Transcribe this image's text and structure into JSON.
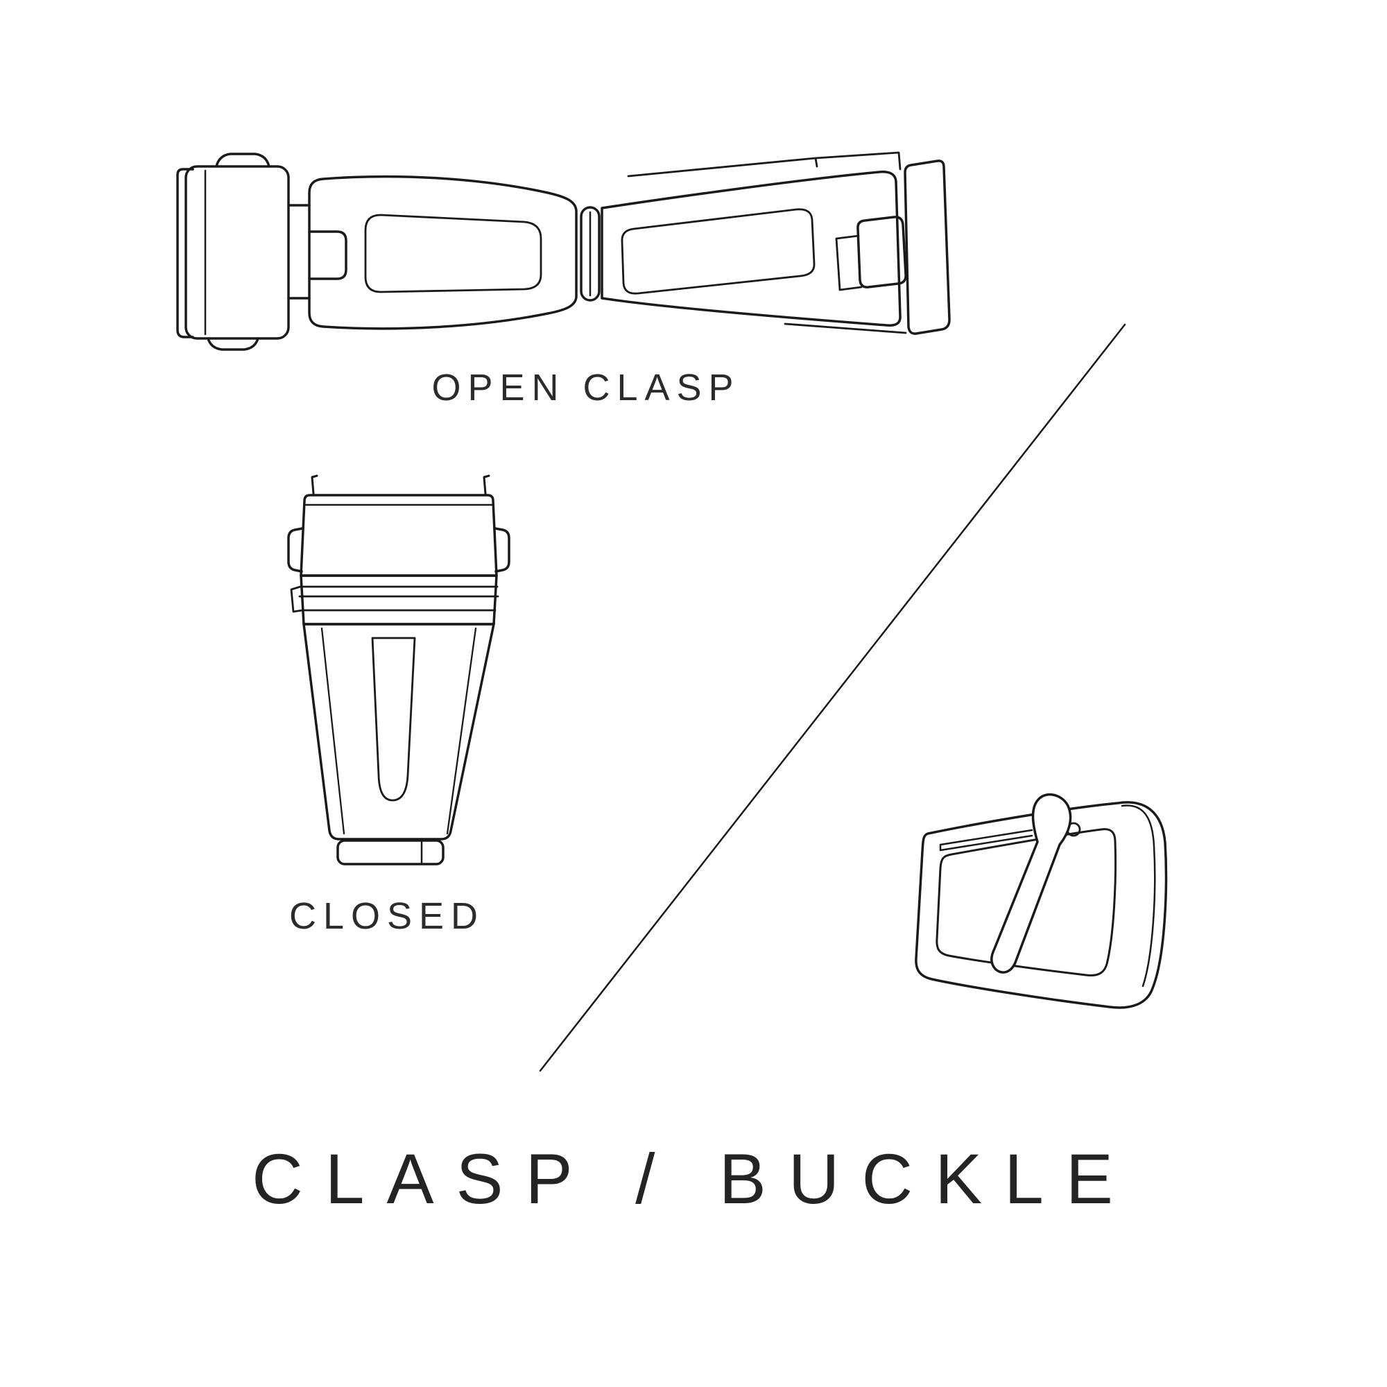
{
  "canvas": {
    "background": "#ffffff",
    "line_color": "#1a1a1a",
    "text_color": "#2b2b2b"
  },
  "labels": {
    "open_clasp": "OPEN CLASP",
    "closed": "CLOSED"
  },
  "title": "CLASP / BUCKLE",
  "illustrations": [
    {
      "name": "open-clasp-illustration",
      "caption": "OPEN CLASP",
      "description": "deployant watch clasp shown open, top view line drawing"
    },
    {
      "name": "closed-clasp-illustration",
      "caption": "CLOSED",
      "description": "deployant watch clasp shown closed, line drawing"
    },
    {
      "name": "buckle-illustration",
      "caption": "",
      "description": "tang buckle with prong, perspective line drawing"
    },
    {
      "name": "divider-line",
      "caption": "",
      "description": "diagonal separator line between clasp drawings and buckle drawing"
    }
  ]
}
